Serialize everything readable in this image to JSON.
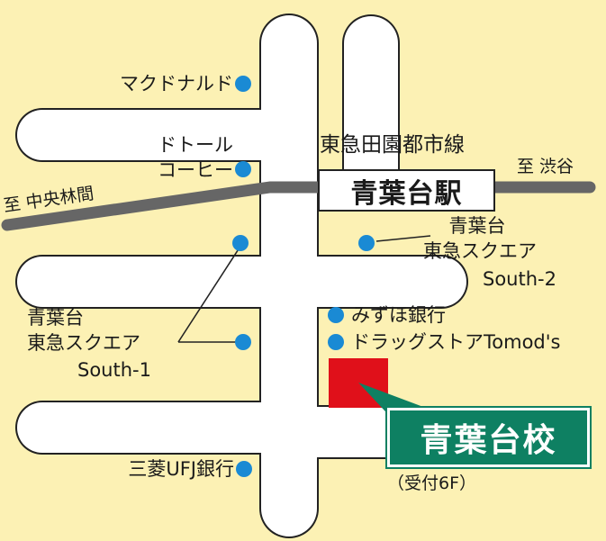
{
  "colors": {
    "background": "#fcf1b4",
    "road": "#ffffff",
    "road_outline": "#222222",
    "railway": "#666666",
    "landmark_dot": "#1a8ad4",
    "school_block": "#e0101a",
    "school_label_bg": "#0e8062",
    "school_label_text": "#ffffff"
  },
  "railway": {
    "line_name": "東急田園都市線",
    "station": "青葉台駅",
    "to_left": "至 中央林間",
    "to_right": "至 渋谷"
  },
  "landmarks": {
    "mcdonalds": "マクドナルド",
    "doutor_line1": "ドトール",
    "doutor_line2": "コーヒー",
    "south2_line1": "青葉台",
    "south2_line2": "東急スクエア",
    "south2_line3": "South-2",
    "south1_line1": "青葉台",
    "south1_line2": "東急スクエア",
    "south1_line3": "South-1",
    "mizuho": "みずほ銀行",
    "drugstore": "ドラッグストアTomod's",
    "mufg": "三菱UFJ銀行"
  },
  "school": {
    "name": "青葉台校",
    "floor_note": "（受付6F）"
  }
}
